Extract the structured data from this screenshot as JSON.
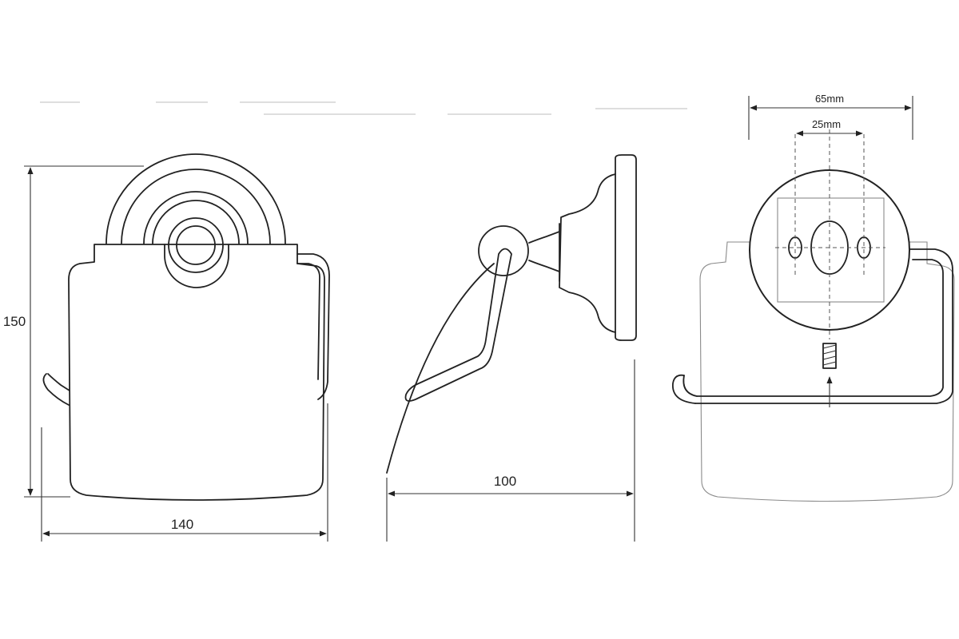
{
  "dimensions": {
    "height": "150",
    "width": "140",
    "depth": "100",
    "mount_outer": "65mm",
    "mount_inner": "25mm"
  }
}
